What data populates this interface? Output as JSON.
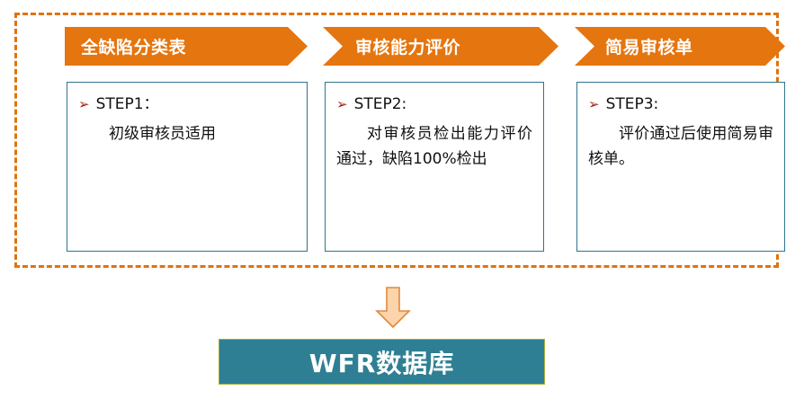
{
  "diagram": {
    "title_bar": {
      "label": "WFR数据库",
      "fill_color": "#2E7F93",
      "border_color": "#A3B33A",
      "text_color": "#FFFFFF"
    },
    "container": {
      "border_color": "#E2720A",
      "border_style": "dashed"
    },
    "connector": {
      "icon": "down-arrow-icon",
      "fill_color": "#FBD4AB",
      "border_color": "#E08A3C",
      "direction": "down"
    },
    "accent_color": "#E5750E",
    "card_border_color": "#31738C",
    "bullet_color": "#A81E12",
    "bullet_icon": "arrow-bullet-icon",
    "bullet_glyph": "➢",
    "steps": [
      {
        "header": "全缺陷分类表",
        "step_label": "STEP1：",
        "body": "初级审核员适用"
      },
      {
        "header": "审核能力评价",
        "step_label": "STEP2:",
        "body": "对审核员检出能力评价通过，缺陷100%检出"
      },
      {
        "header": "简易审核单",
        "step_label": "STEP3:",
        "body": "评价通过后使用简易审核单。"
      }
    ]
  }
}
